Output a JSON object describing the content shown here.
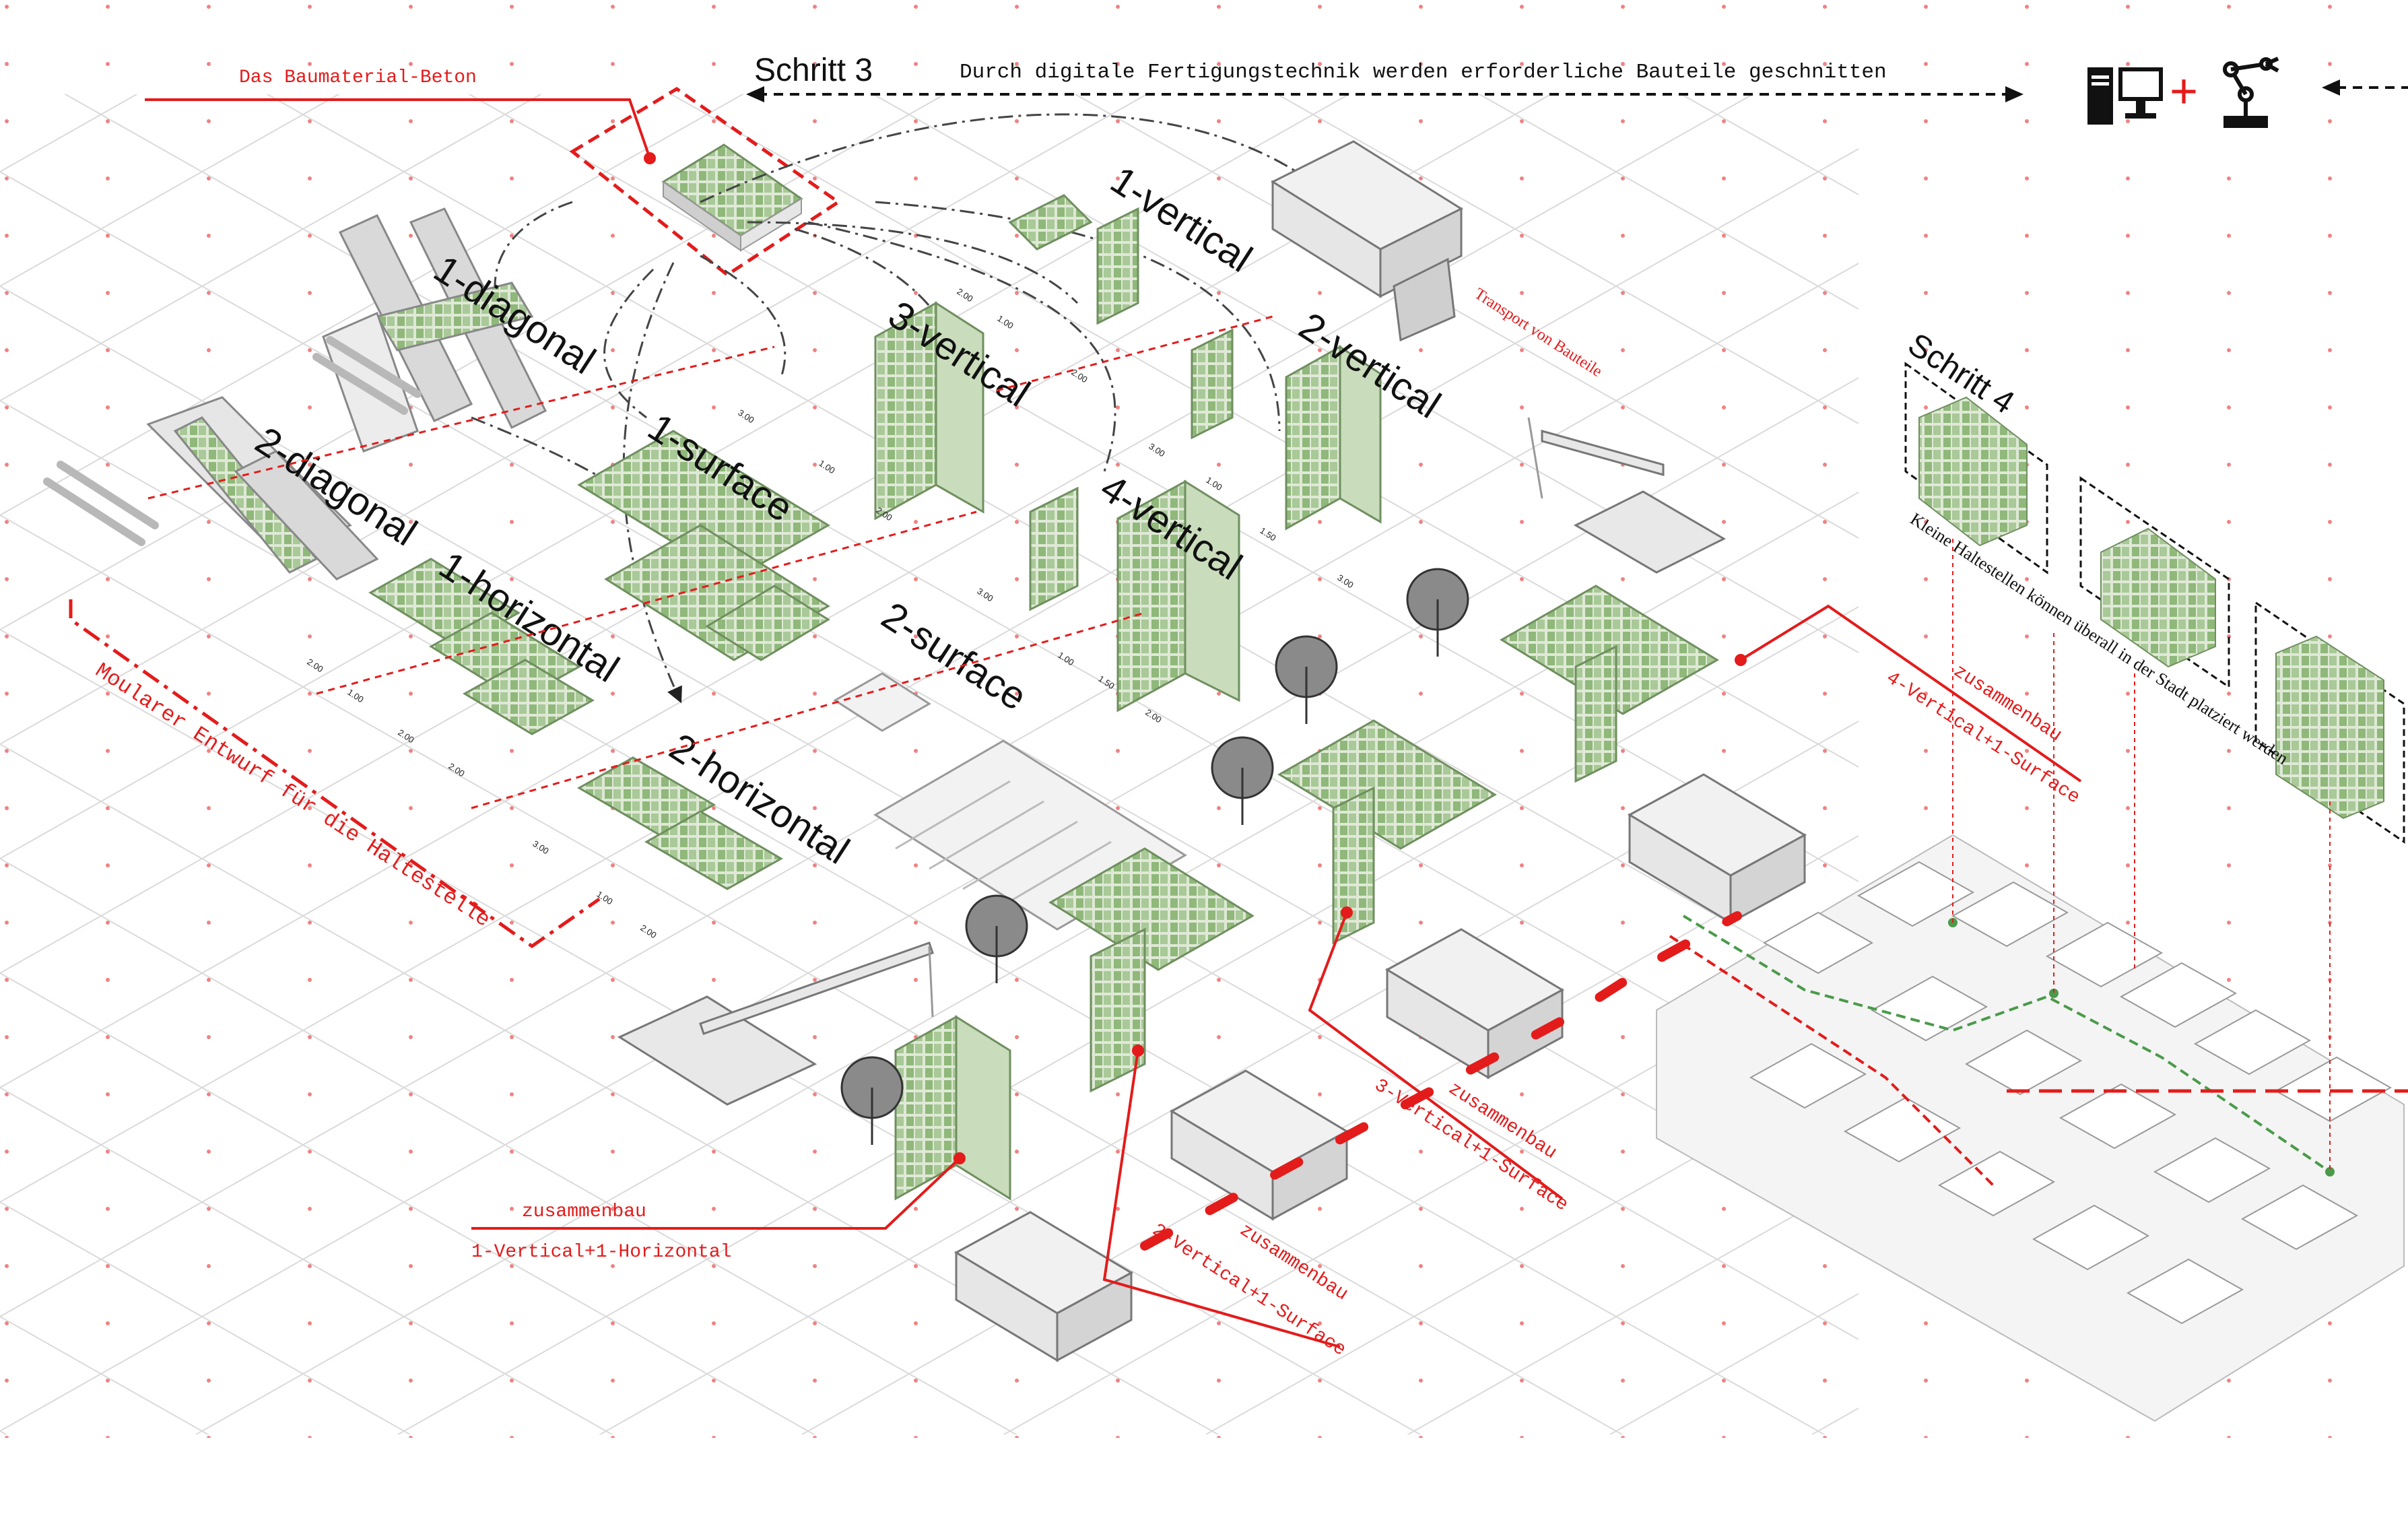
{
  "colors": {
    "accent": "#e41b1b",
    "module_green": "#8fb87a",
    "grid": "#d2d2d2",
    "ink": "#111111"
  },
  "icons": [
    "computer-icon",
    "robot-arm-icon"
  ],
  "header": {
    "step": "Schritt 3",
    "caption": "Durch digitale Fertigungstechnik werden erforderliche Bauteile geschnitten",
    "plus": "+"
  },
  "material_label": "Das Baumaterial-Beton",
  "transport_label": "Transport von Bauteile",
  "design_label": "Moularer Entwurf für die Haltestelle",
  "modules": [
    "1-diagonal",
    "2-diagonal",
    "1-horizontal",
    "2-horizontal",
    "1-surface",
    "2-surface",
    "3-vertical",
    "1-vertical",
    "2-vertical",
    "4-vertical"
  ],
  "dimensions": {
    "long": "3.00",
    "mid": "2.00",
    "mid2": "2.00",
    "short": "1.50",
    "tiny": "1.00"
  },
  "assembly": [
    {
      "title": "zusammenbau",
      "detail": "1-Vertical+1-Horizontal"
    },
    {
      "title": "zusammenbau",
      "detail": "2-Vertical+1-Surface"
    },
    {
      "title": "zusammenbau",
      "detail": "3-Vertical+1-Surface"
    },
    {
      "title": "zusammenbau",
      "detail": "4-Vertical+1-Surface"
    }
  ],
  "step4": {
    "title": "Schritt 4",
    "caption": "Kleine Haltestellen können überall in der Stadt platziert werden"
  }
}
